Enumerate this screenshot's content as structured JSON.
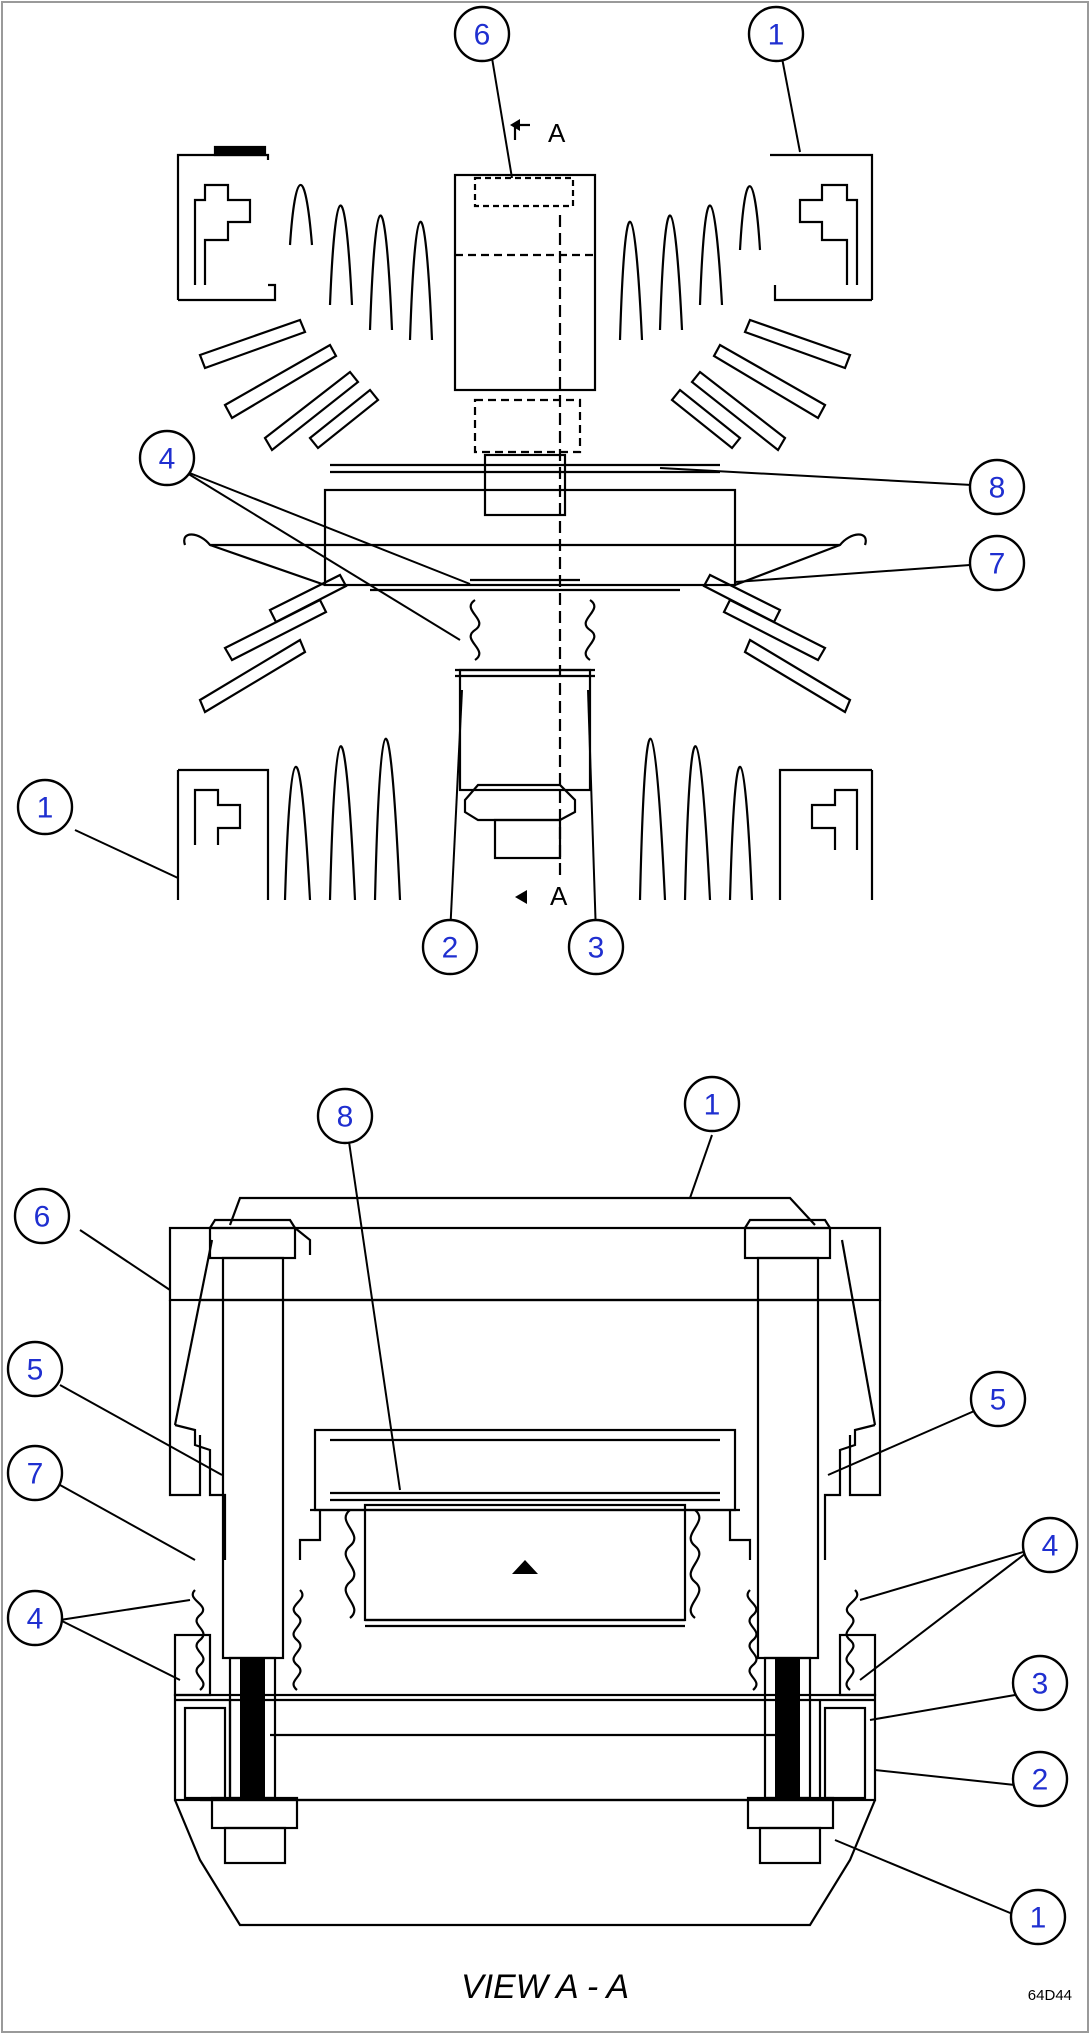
{
  "callouts": {
    "top": {
      "c6": "6",
      "c1_top_right": "1",
      "c4": "4",
      "c8": "8",
      "c7": "7",
      "c1_left": "1",
      "c2": "2",
      "c3": "3"
    },
    "bottom": {
      "c8": "8",
      "c1_top": "1",
      "c6": "6",
      "c5_left": "5",
      "c5_right": "5",
      "c7": "7",
      "c4_left": "4",
      "c4_right": "4",
      "c3": "3",
      "c2": "2",
      "c1_bottom": "1"
    }
  },
  "section_marks": {
    "upper": "A",
    "lower": "A"
  },
  "view_caption": "VIEW A - A",
  "figure_code": "64D44",
  "colors": {
    "line": "#000000",
    "callout_text": "#1f2fd0",
    "frame": "#9a9a9a"
  }
}
